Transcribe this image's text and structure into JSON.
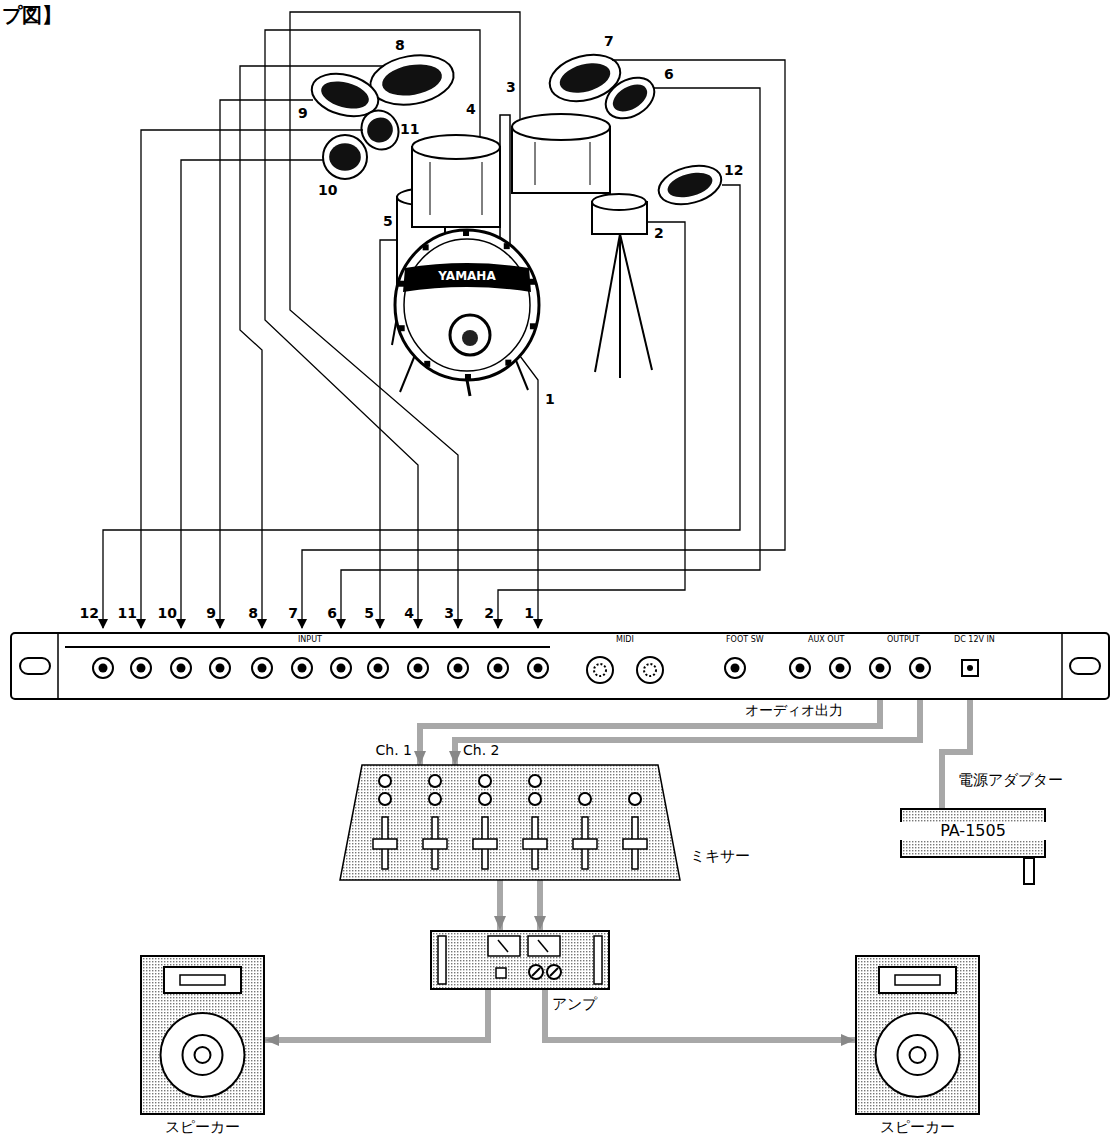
{
  "diagram": {
    "title": "プ図】",
    "nodes": [
      {
        "text": [
          "INPUT",
          "MIDI",
          "FOOT SW",
          "AUX OUT",
          "OUTPUT",
          "DC 12V IN"
        ]
      },
      {
        "text": [
          "ミキサー"
        ]
      },
      {
        "text": [
          "電源アダプター",
          "PA-1505"
        ]
      },
      {
        "text": [
          "アンプ"
        ]
      },
      {
        "text": [
          "スピーカー"
        ]
      },
      {
        "text": [
          "スピーカー"
        ]
      }
    ],
    "edges": [
      {
        "from": 0,
        "to": 1,
        "label": "Ch. 1",
        "arrow": "to"
      },
      {
        "from": 0,
        "to": 1,
        "label": "Ch. 2",
        "arrow": "to"
      },
      {
        "from": 2,
        "to": 0,
        "arrow": "none"
      },
      {
        "from": 1,
        "to": 3,
        "arrow": "to"
      },
      {
        "from": 1,
        "to": 3,
        "arrow": "to"
      },
      {
        "from": 3,
        "to": 4,
        "arrow": "to"
      },
      {
        "from": 3,
        "to": 5,
        "arrow": "to"
      }
    ],
    "labels": [
      "オーディオ出力",
      "YAMAHA",
      "1",
      "2",
      "3",
      "4",
      "5",
      "6",
      "7",
      "8",
      "9",
      "10",
      "11",
      "12",
      "12",
      "11",
      "10",
      "9",
      "8",
      "7",
      "6",
      "5",
      "4",
      "3",
      "2",
      "1"
    ]
  }
}
